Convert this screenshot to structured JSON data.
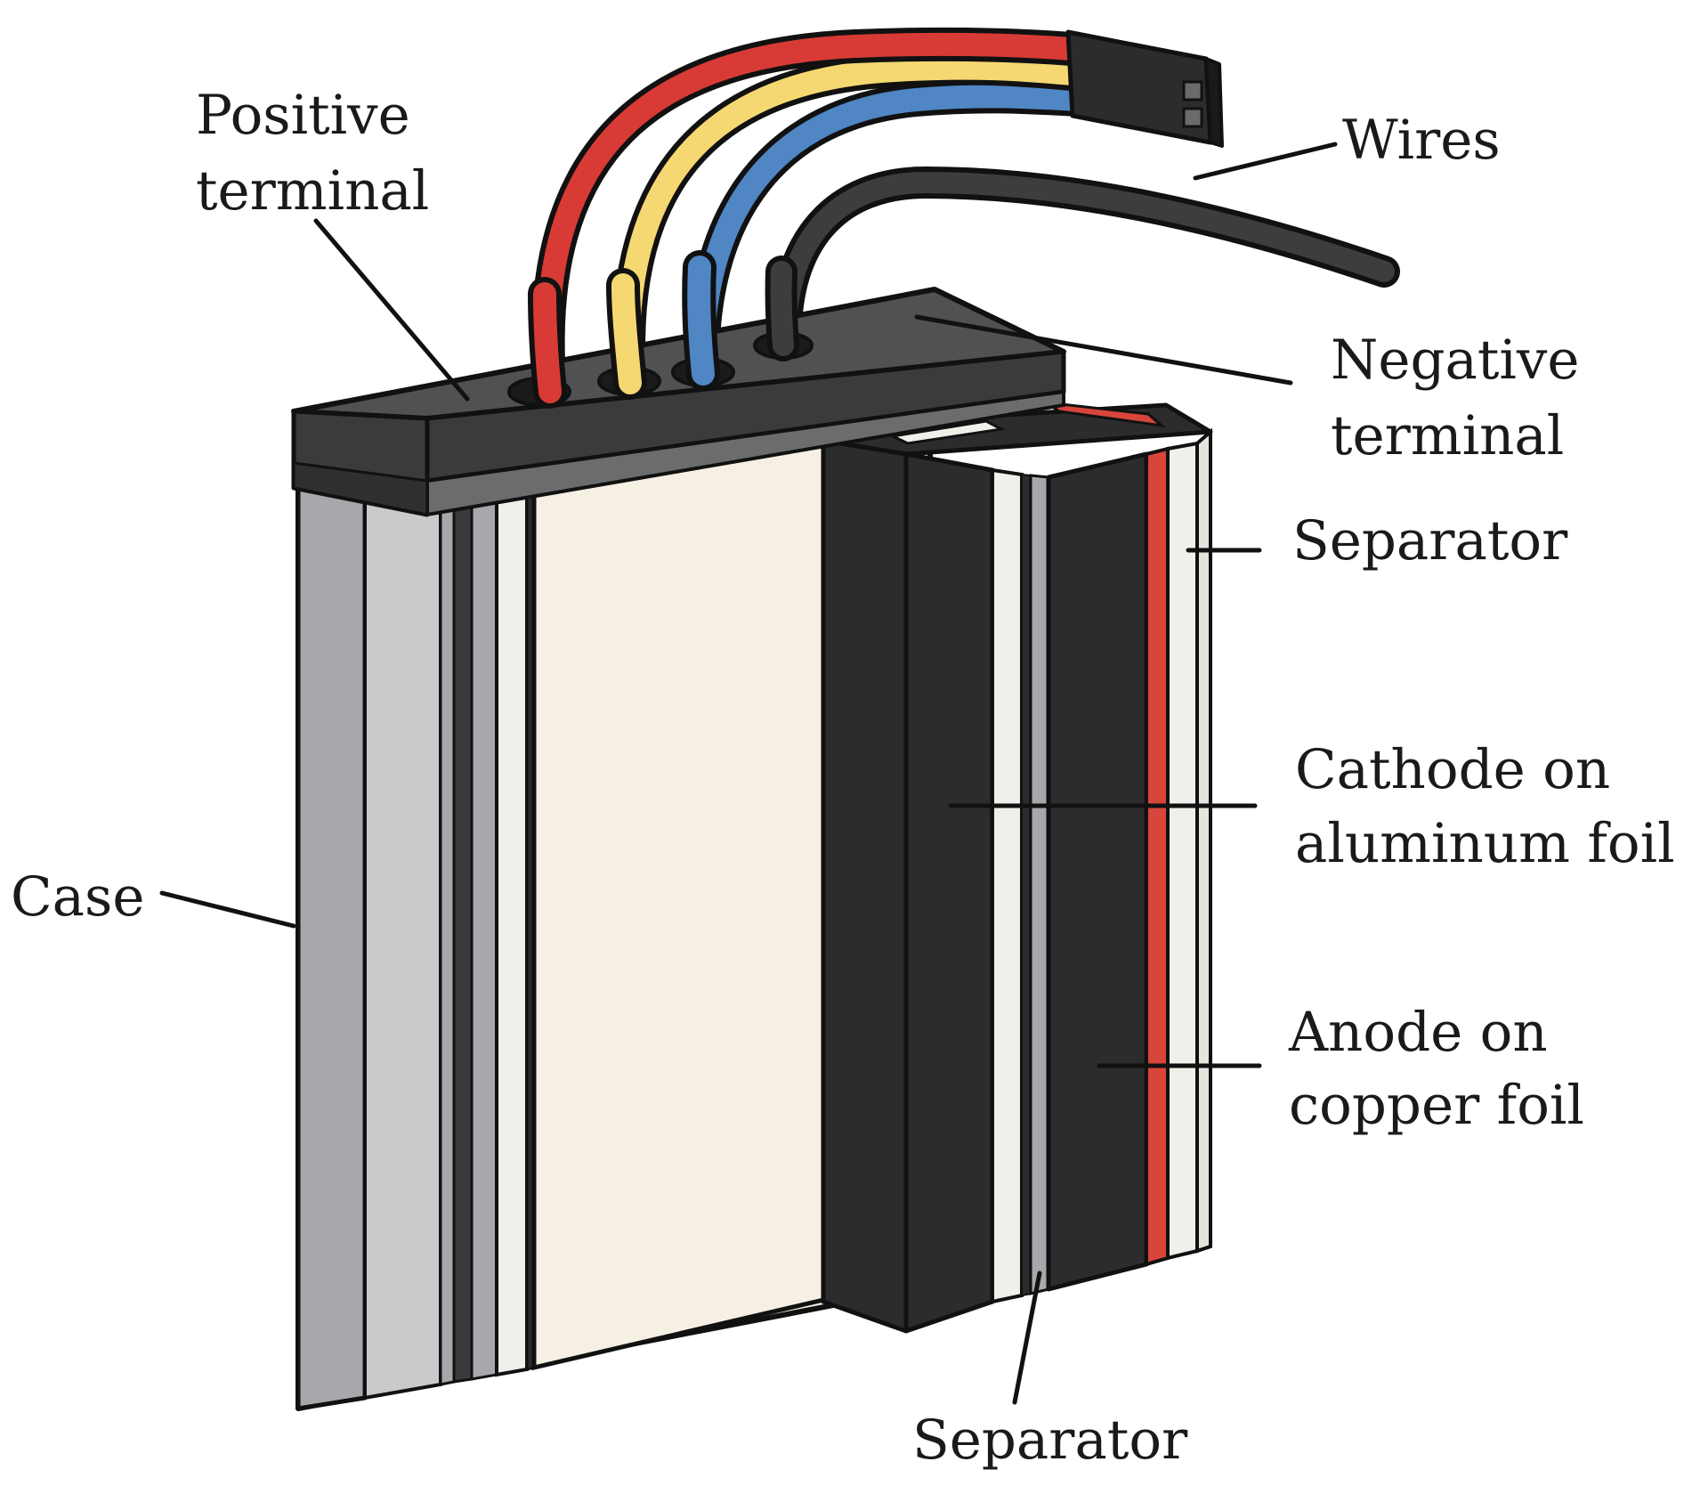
{
  "labels": {
    "positive_terminal": [
      "Positive",
      "terminal"
    ],
    "wires": "Wires",
    "negative_terminal": [
      "Negative",
      "terminal"
    ],
    "separator_right": "Separator",
    "cathode": [
      "Cathode on",
      "aluminum foil"
    ],
    "case": "Case",
    "anode": [
      "Anode on",
      "copper foil"
    ],
    "separator_bottom": "Separator"
  },
  "colors": {
    "outline": "#111111",
    "case_gray": "#a7a8ac",
    "case_light": "#c9cacc",
    "lid": "#505153",
    "lid_front": "#3a3b3d",
    "electrode_black": "#2c2c2e",
    "separator_white": "#f1efe9",
    "cream": "#f6f0e4",
    "wire_red": "#d83b35",
    "wire_yellow": "#f5d871",
    "wire_blue": "#4f86c3",
    "wire_black": "#3a3a3a",
    "foil_red": "#d8453a"
  }
}
